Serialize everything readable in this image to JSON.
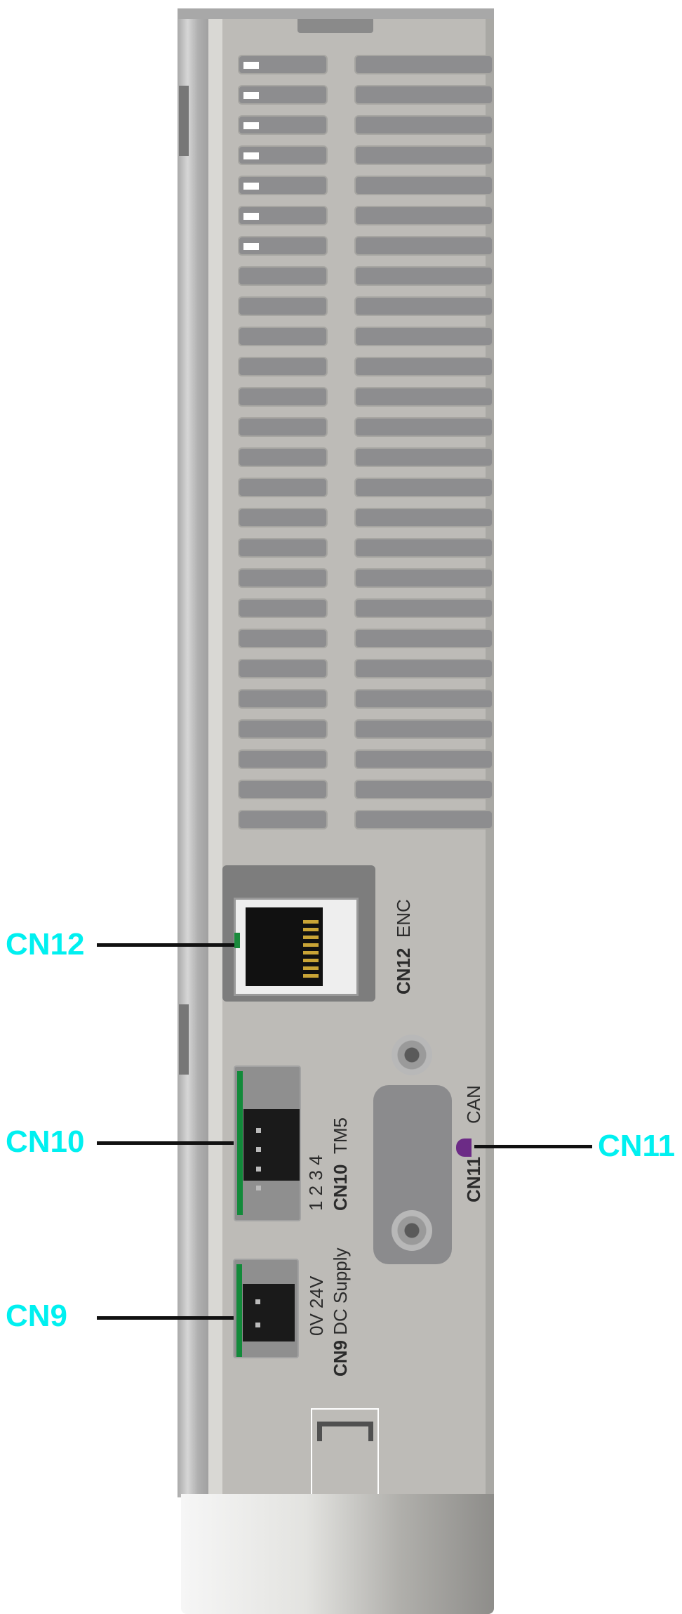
{
  "callouts": {
    "cn12": "CN12",
    "cn10": "CN10",
    "cn11": "CN11",
    "cn9": "CN9"
  },
  "device_markings": {
    "cn12_id": "CN12",
    "cn12_name": "ENC",
    "cn10_id": "CN10",
    "cn10_name": "TM5",
    "cn10_pins": "1  2  3  4",
    "cn11_id": "CN11",
    "cn11_name": "CAN",
    "cn9_id": "CN9",
    "cn9_name": "DC Supply",
    "cn9_pins": "0V 24V"
  },
  "colors": {
    "callout": "#00f0f0",
    "led_green": "#128a3a",
    "can_marker": "#6c2b86"
  }
}
